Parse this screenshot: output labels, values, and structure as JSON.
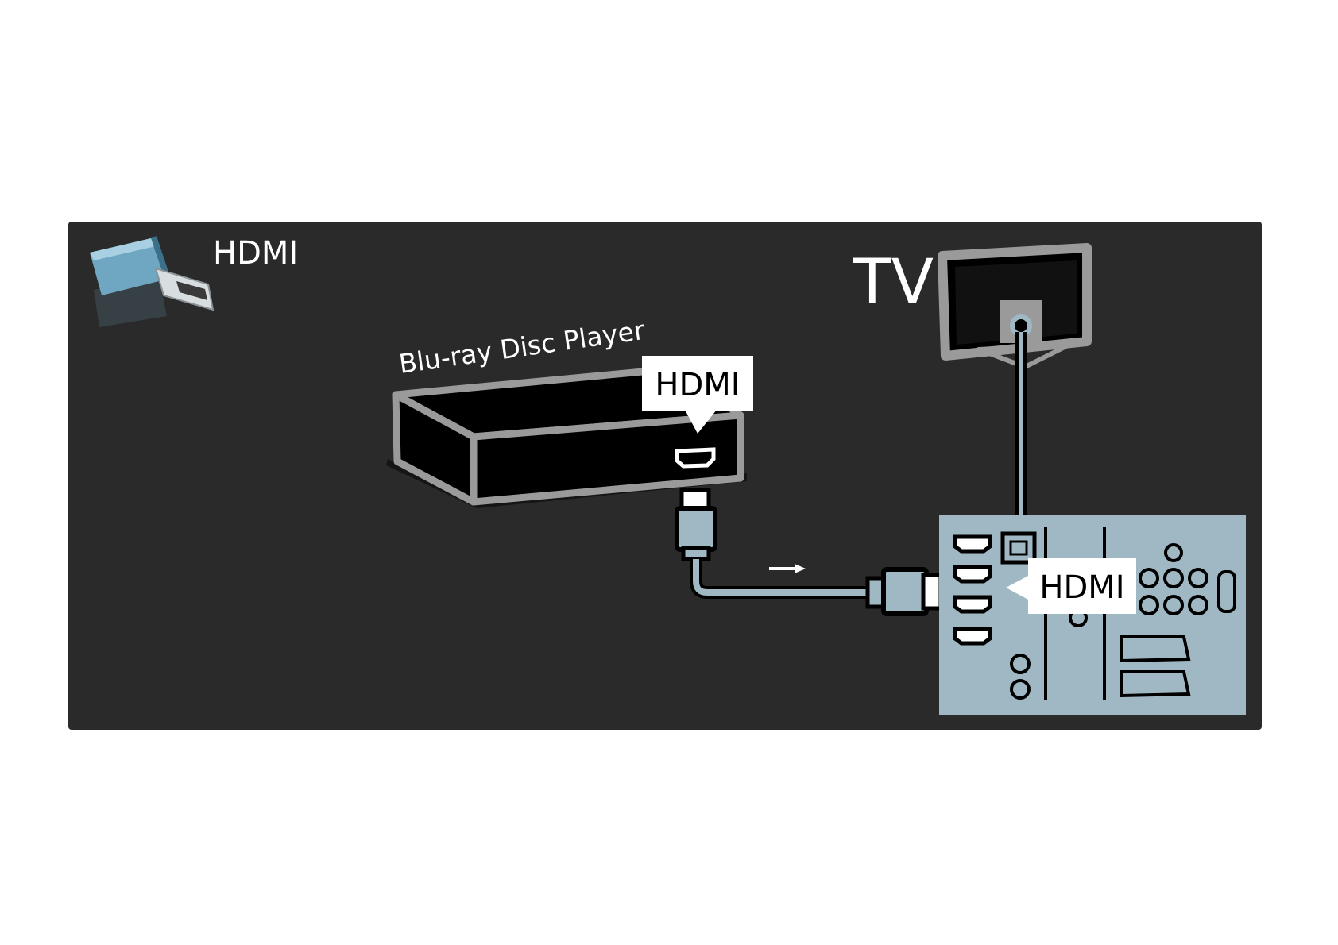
{
  "diagram": {
    "connector_label": "HDMI",
    "source_device": "Blu-ray Disc Player",
    "source_port_label": "HDMI",
    "target_device": "TV",
    "target_port_label": "HDMI"
  },
  "colors": {
    "background": "#2a2a2a",
    "panel_fill": "#9fb8c4",
    "outline": "#9a9a9a",
    "cable": "#9fb8c4",
    "label_box": "#ffffff"
  },
  "icons": {
    "connector": "hdmi-plug-icon",
    "flow_arrow": "arrow-right-icon"
  }
}
